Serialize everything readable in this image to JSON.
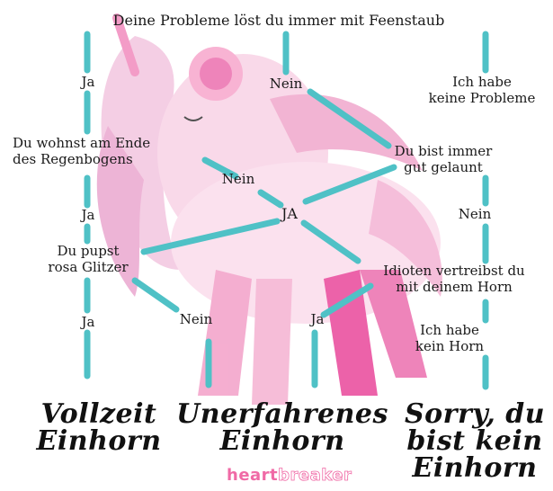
{
  "colors": {
    "line": "#4fc1c6",
    "text": "#1a1a1a",
    "unicorn_pink": "#f7b8d6",
    "unicorn_dark": "#e8479a",
    "brand": "#f06aa6"
  },
  "question_top": "Deine Probleme löst du immer mit Feenstaub",
  "left": {
    "ja1": "Ja",
    "q_rainbow": [
      "Du wohnst am Ende",
      "des Regenbogens"
    ],
    "ja2": "Ja",
    "q_glitter": [
      "Du pupst",
      "rosa Glitzer"
    ],
    "ja3": "Ja"
  },
  "middle": {
    "nein_top": "Nein",
    "nein_rainbow": "Nein",
    "hub": "JA",
    "nein_glitter": "Nein",
    "ja_horn": "Ja"
  },
  "right": {
    "no_problems": [
      "Ich habe",
      "keine Probleme"
    ],
    "q_mood": [
      "Du bist immer",
      "gut gelaunt"
    ],
    "nein_mood": "Nein",
    "q_horn": [
      "Idioten vertreibst du",
      "mit deinem Horn"
    ],
    "no_horn": [
      "Ich habe",
      "kein Horn"
    ]
  },
  "results": {
    "full": [
      "Vollzeit",
      "Einhorn"
    ],
    "unexperienced": [
      "Unerfahrenes",
      "Einhorn"
    ],
    "sorry": [
      "Sorry, du",
      "bist kein",
      "Einhorn"
    ]
  },
  "brand": {
    "heart": "heart",
    "breaker": "breaker"
  }
}
